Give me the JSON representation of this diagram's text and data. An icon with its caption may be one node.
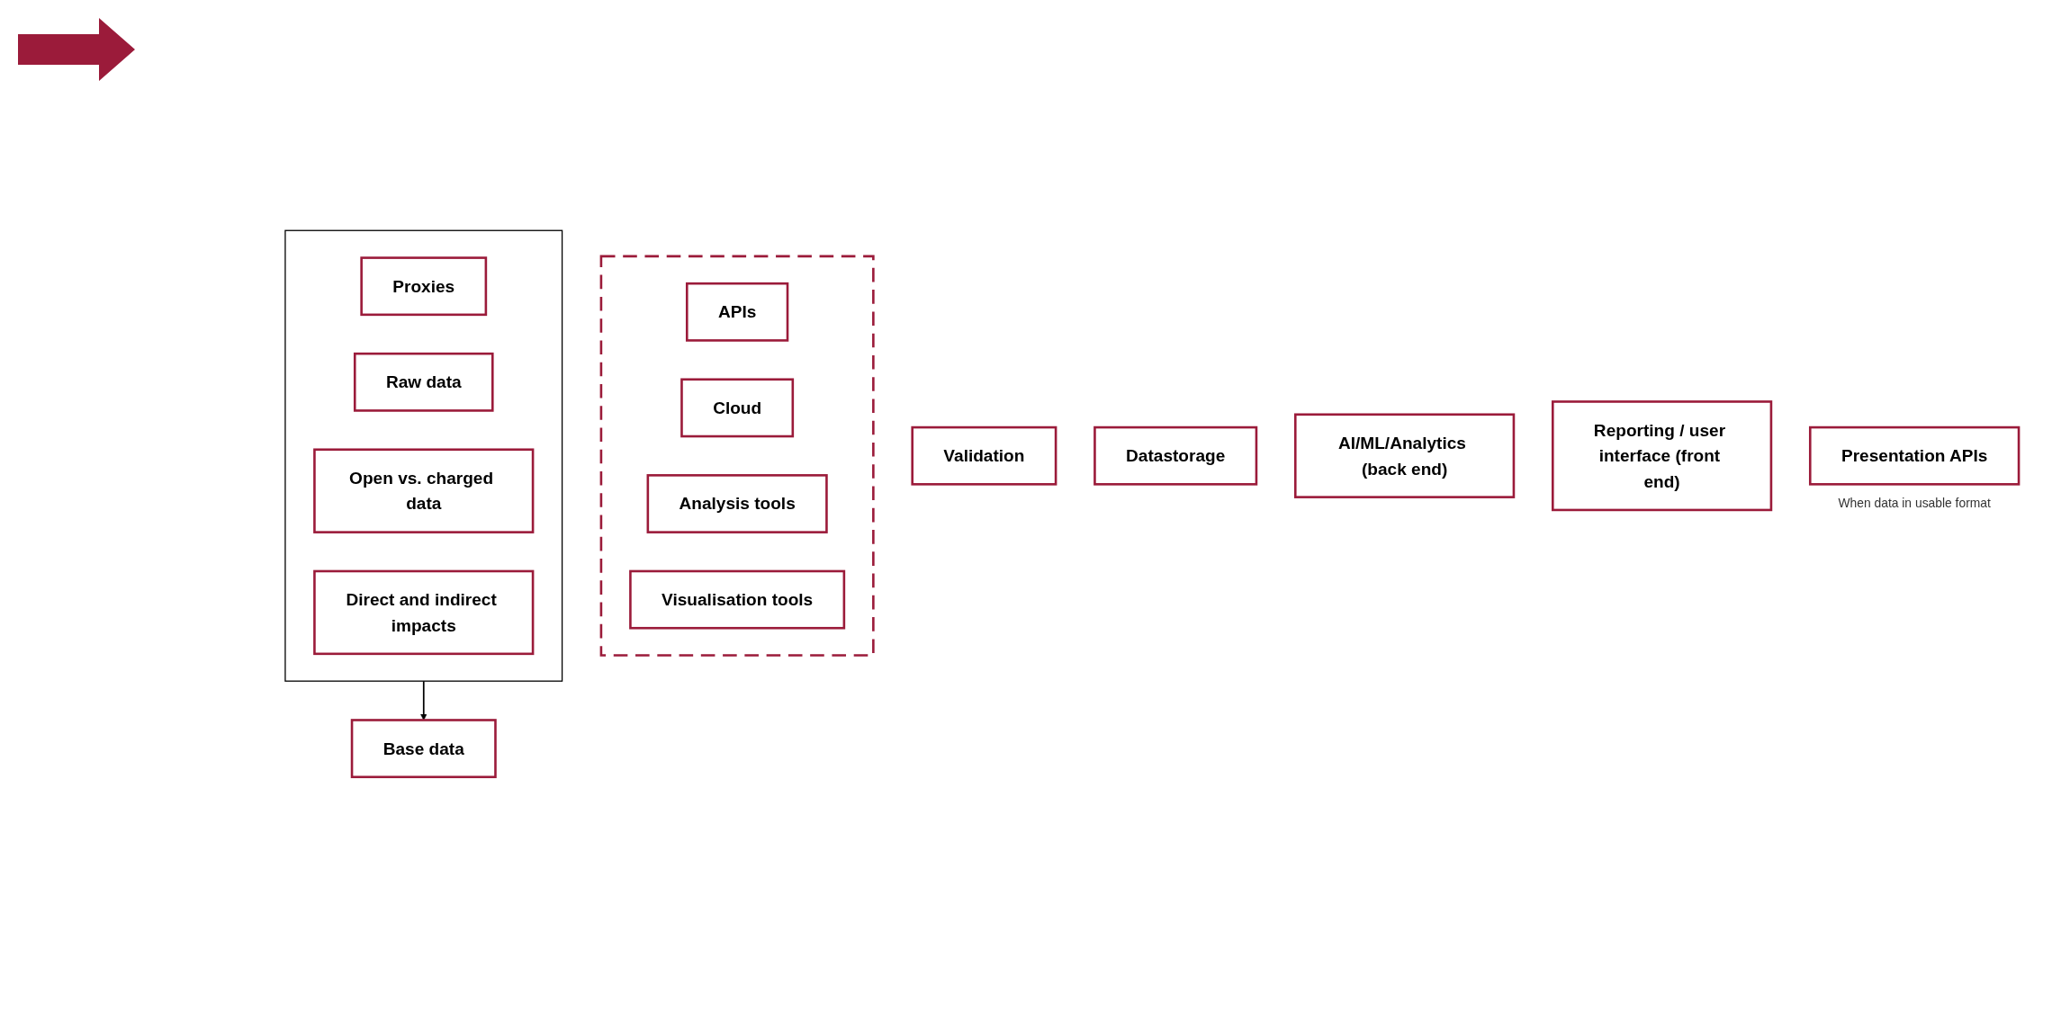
{
  "diagram": {
    "nodes": [
      {
        "text": [
          "Base data"
        ]
      },
      {
        "text": [
          "Validation"
        ]
      },
      {
        "text": [
          "Datastorage"
        ]
      },
      {
        "text": [
          "AI/ML/Analytics (back end)"
        ]
      },
      {
        "text": [
          "Reporting / user interface (front end)"
        ]
      },
      {
        "text": [],
        "shape": "box"
      },
      {
        "text": [
          "APIs"
        ],
        "in": 5
      },
      {
        "text": [
          "Cloud"
        ],
        "in": 5
      },
      {
        "text": [
          "Analysis tools"
        ],
        "in": 5
      },
      {
        "text": [
          "Visualisation tools"
        ],
        "in": 5
      },
      {
        "text": [
          "Presentation APIs"
        ],
        "beside": [
          "When data in usable format"
        ]
      },
      {
        "text": [],
        "shape": "box"
      },
      {
        "text": [
          "Proxies"
        ],
        "in": 11
      },
      {
        "text": [
          "Raw data"
        ],
        "in": 11
      },
      {
        "text": [
          "Open vs. charged data"
        ],
        "in": 11
      },
      {
        "text": [
          "Direct and indirect impacts"
        ],
        "in": 11
      }
    ],
    "edges": [
      {
        "from": 11,
        "to": 0,
        "arrow": "to"
      }
    ]
  }
}
